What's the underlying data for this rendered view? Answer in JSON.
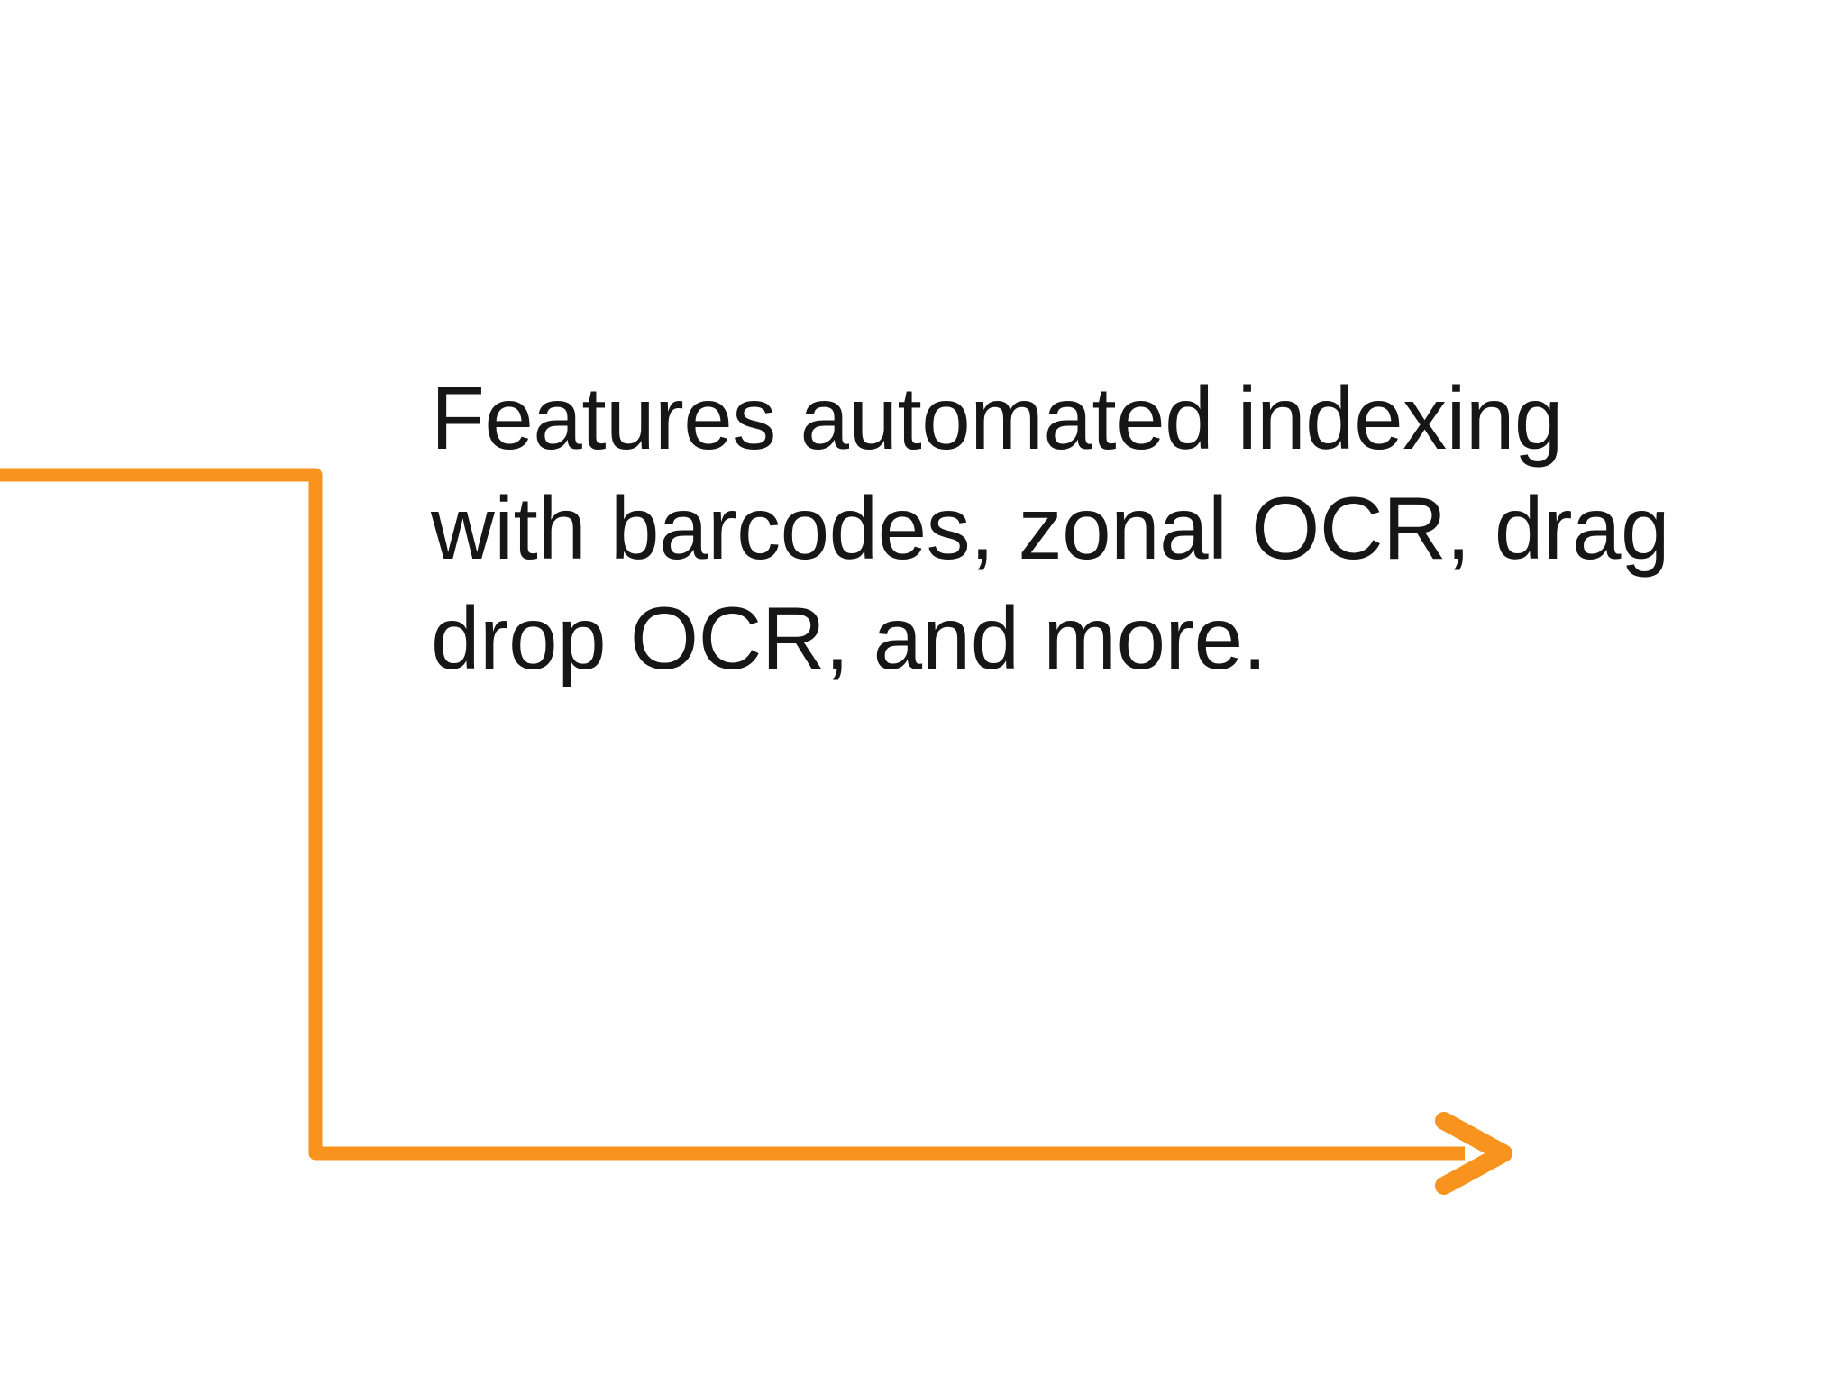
{
  "page": {
    "background_color": "#ffffff"
  },
  "feature": {
    "text": "Features automated indexing with barcodes, zonal OCR, drag drop OCR, and more.",
    "lines": [
      "Features automated indexing",
      "with barcodes, zonal OCR, drag",
      "drop OCR, and more."
    ],
    "text_color": "#161616"
  },
  "arrow": {
    "color": "#F8941E"
  }
}
